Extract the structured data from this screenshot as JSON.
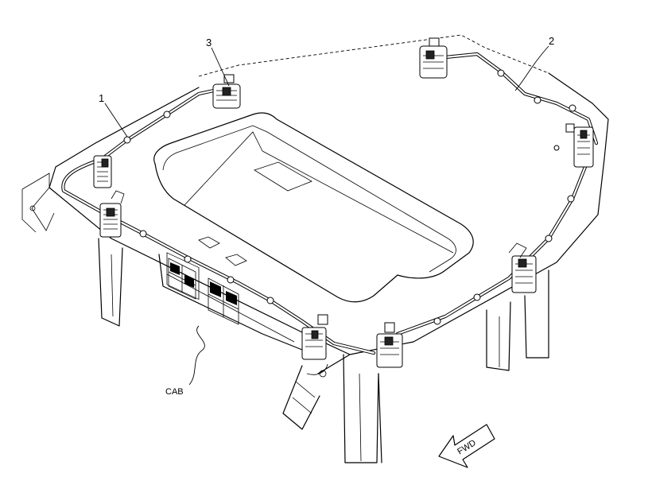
{
  "callouts": {
    "one": "1",
    "two": "2",
    "three": "3"
  },
  "labels": {
    "cab": "CAB",
    "fwd": "FWD"
  }
}
